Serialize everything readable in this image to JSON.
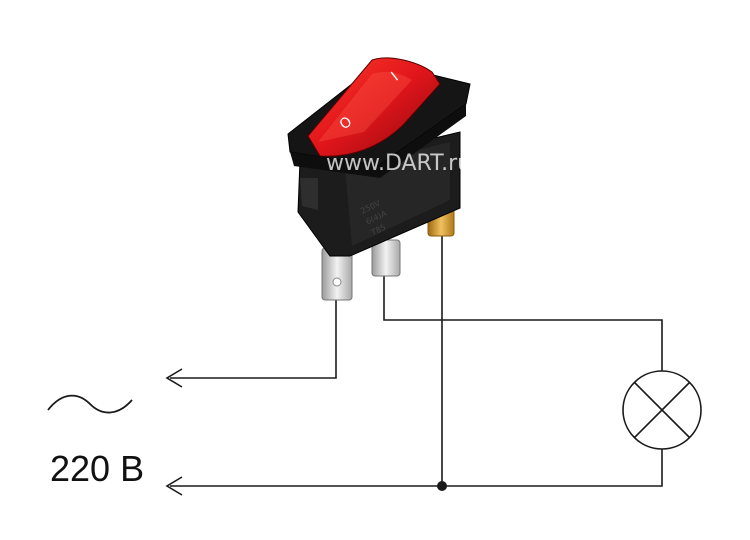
{
  "diagram": {
    "watermark": "www.DART.ru",
    "voltage_label": "220 В",
    "ac_symbol": "~",
    "switch_off_mark": "O",
    "switch_on_mark": "I",
    "switch_body_text": [
      "250V",
      "6(4)A",
      "T85"
    ],
    "colors": {
      "background": "#ffffff",
      "wire": "#1a1a1a",
      "switch_body": "#1c1c1c",
      "rocker": "#e0151b",
      "terminal_silver": "#c8c8c8",
      "terminal_gold": "#d49a2a"
    },
    "icons": {
      "lamp": "lamp-icon",
      "arrow": "arrow-left-icon",
      "junction": "junction-dot-icon",
      "ac": "ac-wave-icon"
    }
  }
}
